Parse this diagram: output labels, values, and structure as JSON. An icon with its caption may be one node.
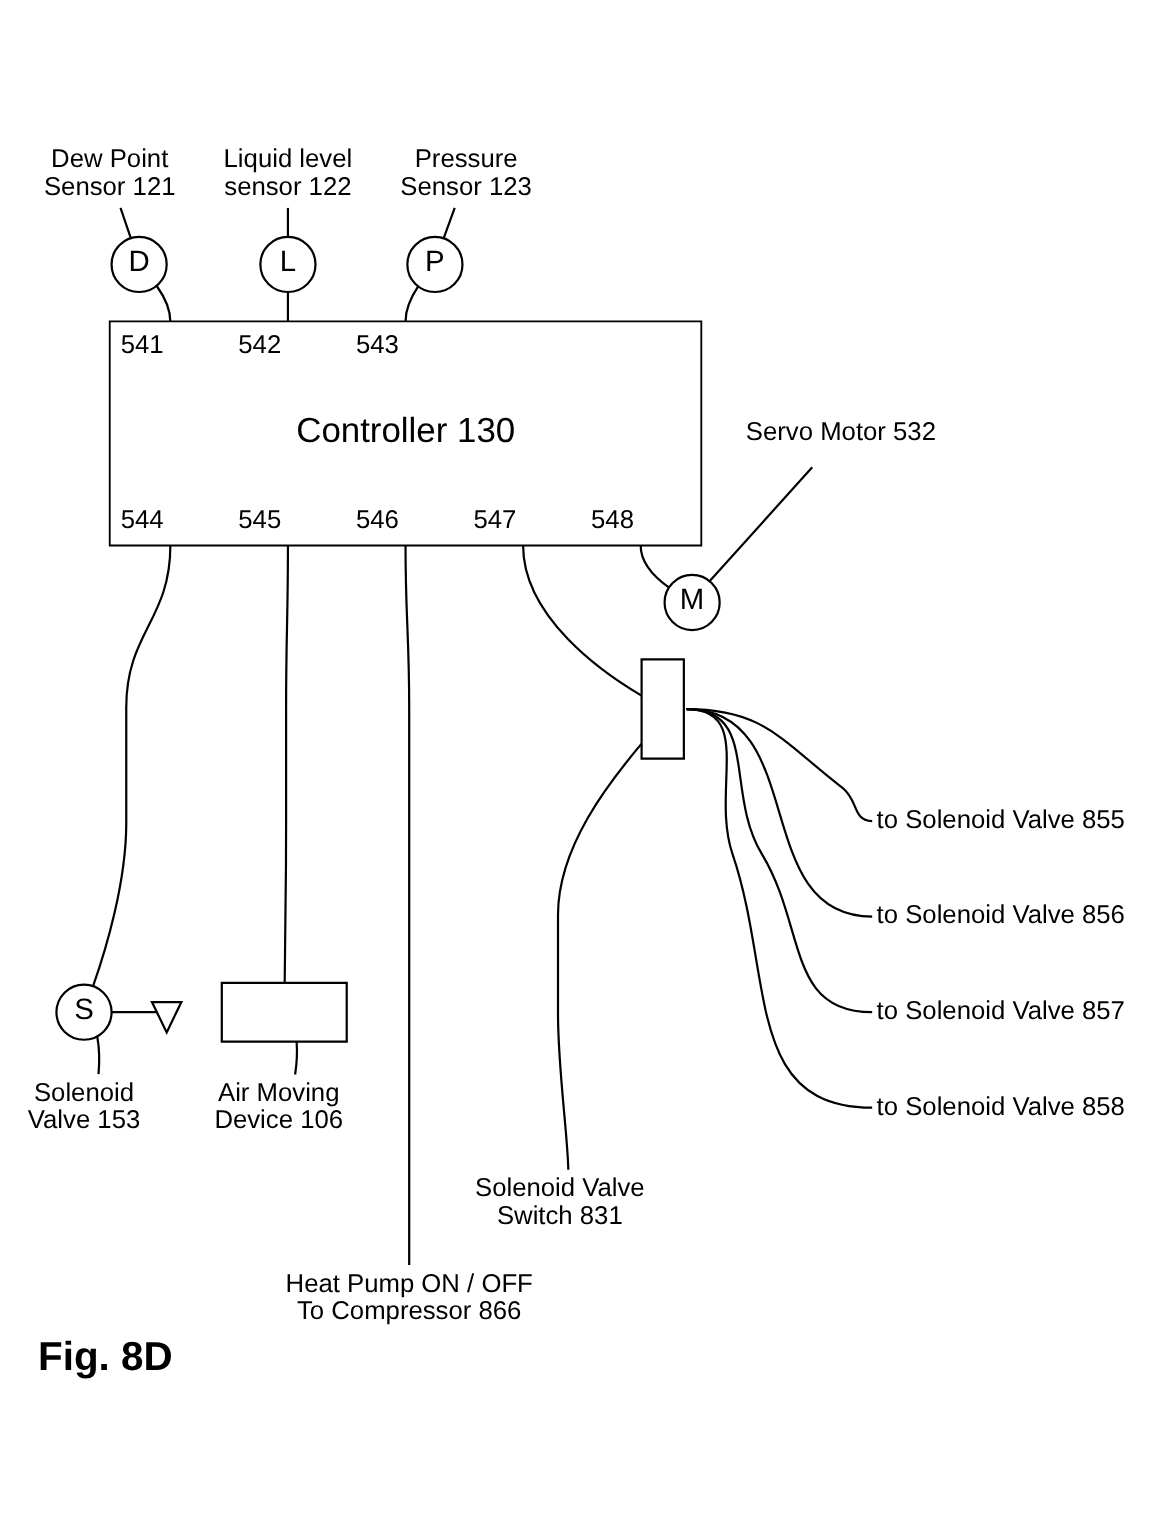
{
  "diagram": {
    "caption": "Fig. 8D",
    "nodes": [
      {
        "text": [
          "Dew Point Sensor 121"
        ]
      },
      {
        "text": [
          "Liquid level sensor 122"
        ]
      },
      {
        "text": [
          "Pressure Sensor 123"
        ]
      },
      {
        "text": [
          "D"
        ]
      },
      {
        "text": [
          "L"
        ]
      },
      {
        "text": [
          "P"
        ]
      },
      {
        "text": [
          "541",
          "542",
          "543",
          "Controller 130",
          "544",
          "545",
          "546",
          "547",
          "548"
        ]
      },
      {
        "text": [
          "Servo Motor 532"
        ]
      },
      {
        "text": [
          "M"
        ]
      },
      {
        "text": [],
        "shape": "box"
      },
      {
        "text": [
          "to Solenoid Valve 855"
        ]
      },
      {
        "text": [
          "to Solenoid Valve 856"
        ]
      },
      {
        "text": [
          "to Solenoid Valve 857"
        ]
      },
      {
        "text": [
          "to Solenoid Valve 858"
        ]
      },
      {
        "text": [
          "S"
        ]
      },
      {
        "text": [],
        "shape": "valve"
      },
      {
        "text": [],
        "shape": "box"
      },
      {
        "text": [
          "Solenoid Valve 153"
        ]
      },
      {
        "text": [
          "Air Moving Device 106"
        ]
      },
      {
        "text": [
          "Solenoid Valve Switch 831"
        ]
      },
      {
        "text": [
          "Heat Pump ON / OFF To Compressor 866"
        ]
      }
    ],
    "edges": [
      {
        "from": 0,
        "to": 3,
        "arrow": "none"
      },
      {
        "from": 1,
        "to": 4,
        "arrow": "none"
      },
      {
        "from": 2,
        "to": 5,
        "arrow": "none"
      },
      {
        "from": 3,
        "to": 6,
        "arrow": "none"
      },
      {
        "from": 4,
        "to": 6,
        "arrow": "none"
      },
      {
        "from": 5,
        "to": 6,
        "arrow": "none"
      },
      {
        "from": 6,
        "to": 14,
        "arrow": "none"
      },
      {
        "from": 6,
        "to": 16,
        "arrow": "none"
      },
      {
        "from": 6,
        "to": 20,
        "arrow": "none"
      },
      {
        "from": 6,
        "to": 9,
        "arrow": "none"
      },
      {
        "from": 6,
        "to": 8,
        "arrow": "none"
      },
      {
        "from": 7,
        "to": 8,
        "arrow": "none"
      },
      {
        "from": 14,
        "to": 15,
        "arrow": "none"
      },
      {
        "from": 17,
        "to": 14,
        "arrow": "none"
      },
      {
        "from": 18,
        "to": 16,
        "arrow": "none"
      },
      {
        "from": 9,
        "to": 10,
        "arrow": "none"
      },
      {
        "from": 9,
        "to": 11,
        "arrow": "none"
      },
      {
        "from": 9,
        "to": 12,
        "arrow": "none"
      },
      {
        "from": 9,
        "to": 13,
        "arrow": "none"
      },
      {
        "from": 19,
        "to": 9,
        "arrow": "none"
      }
    ]
  }
}
